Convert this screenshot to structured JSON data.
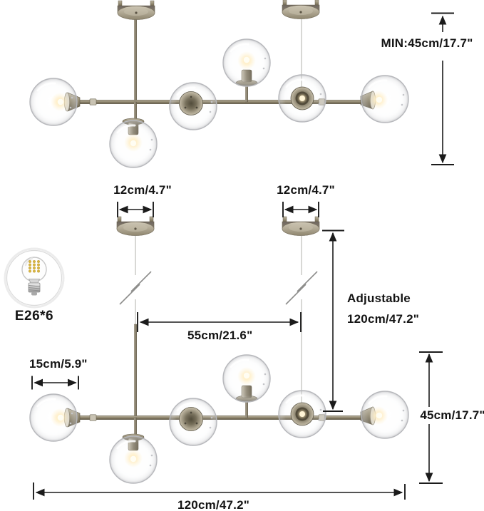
{
  "diagram": {
    "kind": "chandelier-dimension-diagram",
    "views": [
      "top-installed-view",
      "bottom-detail-view"
    ],
    "labels": {
      "min_drop": "MIN:45cm/17.7\"",
      "canopy_width_left": "12cm/4.7\"",
      "canopy_width_right": "12cm/4.7\"",
      "adjustable_line1": "Adjustable",
      "adjustable_line2": "120cm/47.2\"",
      "wire_spacing": "55cm/21.6\"",
      "globe_diameter": "15cm/5.9\"",
      "fixture_height": "45cm/17.7\"",
      "overall_width": "120cm/47.2\"",
      "bulb_spec": "E26*6"
    },
    "fixture": {
      "globe_count": 6,
      "canopy_count": 2,
      "lit_globe_glow": true
    },
    "icons": {
      "bulb": "led-bulb-icon"
    },
    "colors": {
      "background": "#ffffff",
      "dimension_line": "#1b1b1b",
      "text": "#141414",
      "metal_light": "#c9c3b3",
      "metal_mid": "#90876f",
      "metal_dark": "#5f5744",
      "glass_rim": "#b7b8bc",
      "glow_warm": "#ffeec4",
      "led_yellow": "#d9b83f",
      "suspension_wire": "#cbcbc7"
    }
  }
}
